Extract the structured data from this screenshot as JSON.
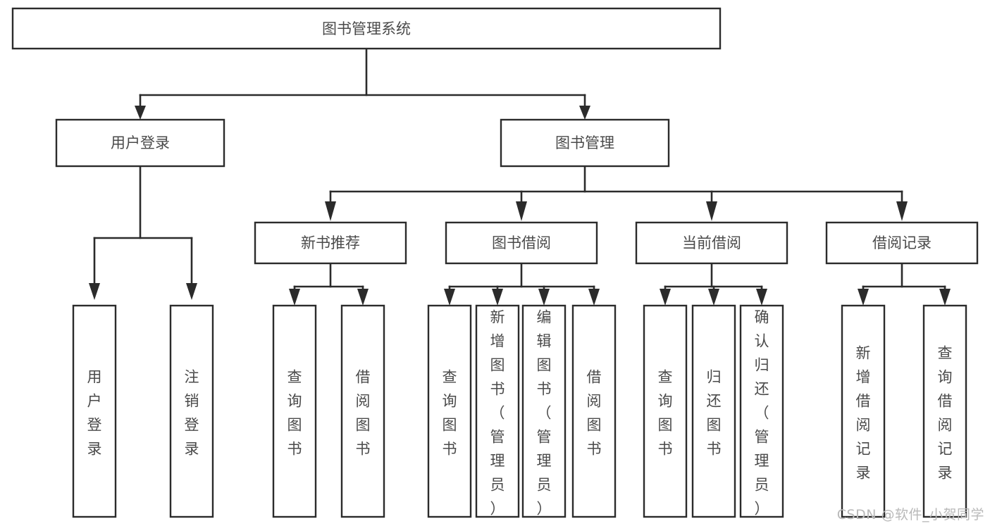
{
  "diagram": {
    "title": "图书管理系统",
    "watermark": "CSDN @软件_小贺同学",
    "colors": {
      "box_stroke": "#2b2b2b",
      "box_fill": "#ffffff",
      "text": "#4a4a4a",
      "watermark": "#b9b9b9",
      "background": "#ffffff"
    },
    "root": {
      "id": "root",
      "label": "图书管理系统"
    },
    "level2": [
      {
        "id": "user-login",
        "label": "用户登录"
      },
      {
        "id": "book-management",
        "label": "图书管理"
      }
    ],
    "level3": [
      {
        "id": "new-book-recommend",
        "label": "新书推荐",
        "parent": "book-management"
      },
      {
        "id": "book-borrow",
        "label": "图书借阅",
        "parent": "book-management"
      },
      {
        "id": "current-borrow",
        "label": "当前借阅",
        "parent": "book-management"
      },
      {
        "id": "borrow-record",
        "label": "借阅记录",
        "parent": "book-management"
      }
    ],
    "leaves": [
      {
        "id": "leaf-user-login",
        "label": "用户登录",
        "parent": "user-login"
      },
      {
        "id": "leaf-user-logout",
        "label": "注销登录",
        "parent": "user-login"
      },
      {
        "id": "leaf-query-book-1",
        "label": "查询图书",
        "parent": "new-book-recommend"
      },
      {
        "id": "leaf-borrow-book-1",
        "label": "借阅图书",
        "parent": "new-book-recommend"
      },
      {
        "id": "leaf-query-book-2",
        "label": "查询图书",
        "parent": "book-borrow"
      },
      {
        "id": "leaf-add-book",
        "label": "新增图书（管理员）",
        "parent": "book-borrow"
      },
      {
        "id": "leaf-edit-book",
        "label": "编辑图书（管理员）",
        "parent": "book-borrow"
      },
      {
        "id": "leaf-borrow-book-2",
        "label": "借阅图书",
        "parent": "book-borrow"
      },
      {
        "id": "leaf-query-book-3",
        "label": "查询图书",
        "parent": "current-borrow"
      },
      {
        "id": "leaf-return-book",
        "label": "归还图书",
        "parent": "current-borrow"
      },
      {
        "id": "leaf-confirm-return",
        "label": "确认归还（管理员）",
        "parent": "current-borrow"
      },
      {
        "id": "leaf-add-record",
        "label": "新增借阅记录",
        "parent": "borrow-record"
      },
      {
        "id": "leaf-query-record",
        "label": "查询借阅记录",
        "parent": "borrow-record"
      }
    ]
  }
}
